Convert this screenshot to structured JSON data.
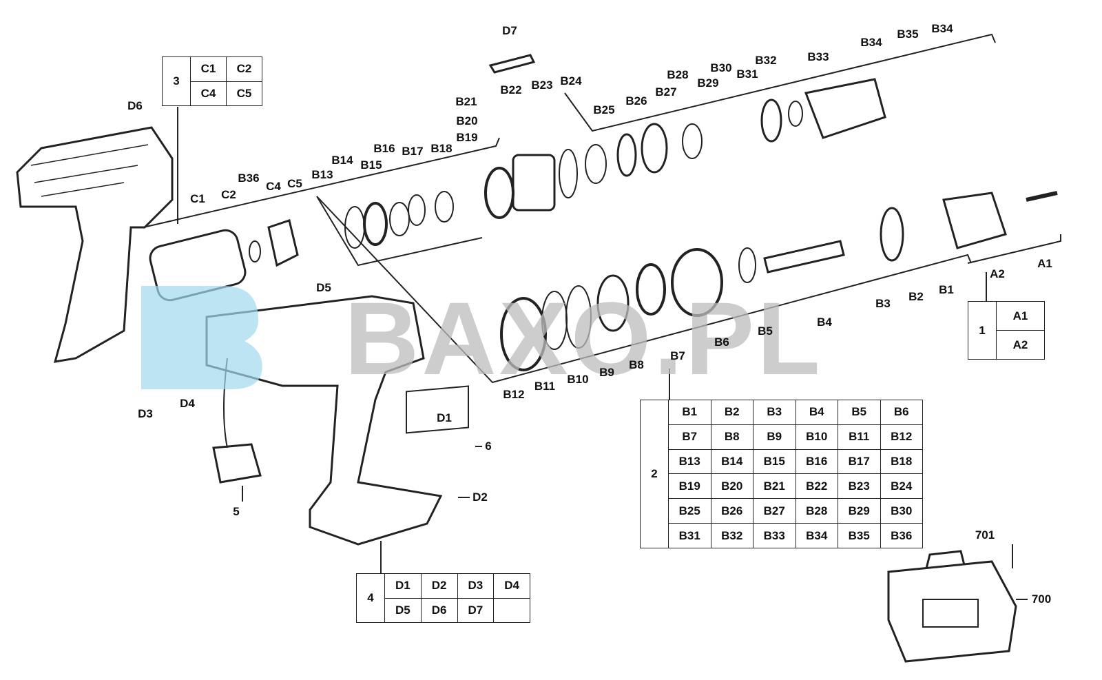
{
  "watermark": "BAXO.PL",
  "labels": [
    "D7",
    "B21",
    "B22",
    "B23",
    "B24",
    "B20",
    "B19",
    "B18",
    "B17",
    "B16",
    "B15",
    "B14",
    "B13",
    "B36",
    "C4",
    "C5",
    "C2",
    "C1",
    "D6",
    "B25",
    "B26",
    "B27",
    "B28",
    "B29",
    "B30",
    "B31",
    "B32",
    "B33",
    "B34",
    "B35",
    "B34",
    "D5",
    "A2",
    "A1",
    "B1",
    "B2",
    "B3",
    "B4",
    "B5",
    "B6",
    "B7",
    "B8",
    "B9",
    "B10",
    "B11",
    "B12",
    "D1",
    "6",
    "D2",
    "D3",
    "D4",
    "5",
    "701",
    "700"
  ],
  "tables": {
    "t3": {
      "group": "3",
      "rows": [
        [
          "C1",
          "C2"
        ],
        [
          "C4",
          "C5"
        ]
      ]
    },
    "t1": {
      "group": "1",
      "rows": [
        [
          "A1"
        ],
        [
          "A2"
        ]
      ]
    },
    "t2": {
      "group": "2",
      "rows": [
        [
          "B1",
          "B2",
          "B3",
          "B4",
          "B5",
          "B6"
        ],
        [
          "B7",
          "B8",
          "B9",
          "B10",
          "B11",
          "B12"
        ],
        [
          "B13",
          "B14",
          "B15",
          "B16",
          "B17",
          "B18"
        ],
        [
          "B19",
          "B20",
          "B21",
          "B22",
          "B23",
          "B24"
        ],
        [
          "B25",
          "B26",
          "B27",
          "B28",
          "B29",
          "B30"
        ],
        [
          "B31",
          "B32",
          "B33",
          "B34",
          "B35",
          "B36"
        ]
      ]
    },
    "t4": {
      "group": "4",
      "rows": [
        [
          "D1",
          "D2",
          "D3",
          "D4"
        ],
        [
          "D5",
          "D6",
          "D7",
          ""
        ]
      ]
    }
  }
}
